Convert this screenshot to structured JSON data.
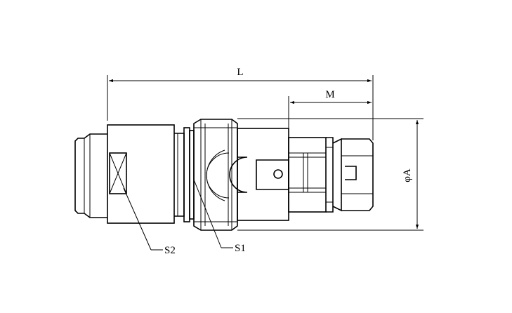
{
  "dimensions": {
    "length": "L",
    "m": "M",
    "diameter": "φA"
  },
  "callouts": {
    "s1": "S1",
    "s2": "S2"
  }
}
